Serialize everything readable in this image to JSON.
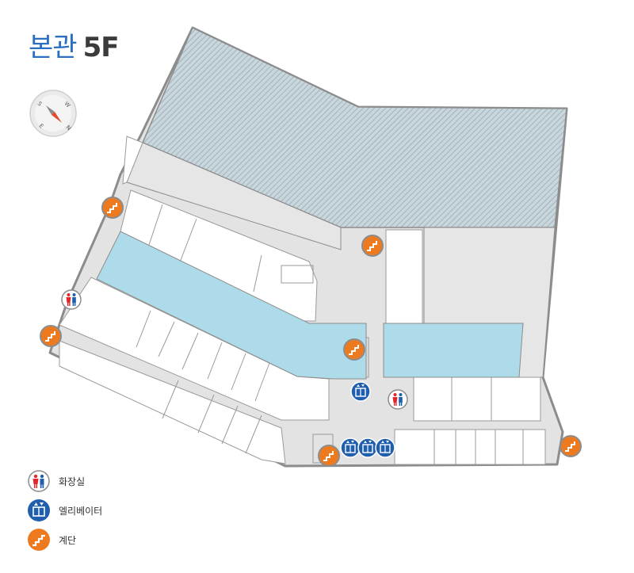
{
  "header": {
    "building": "본관",
    "floor": "5F"
  },
  "compass": {
    "letters": [
      "S",
      "W",
      "E",
      "N"
    ]
  },
  "legend": {
    "items": [
      {
        "icon": "restroom-icon",
        "label": "화장실"
      },
      {
        "icon": "elevator-icon",
        "label": "엘리베이터"
      },
      {
        "icon": "stairs-icon",
        "label": "계단"
      }
    ]
  },
  "colors": {
    "title_blue": "#2a6fc0",
    "title_dark": "#3b3b3b",
    "atrium_blue": "#aedbea",
    "void_hatch": "#a9bcc6",
    "wall_grey": "#8c8c8c",
    "floor_grey": "#e3e3e3",
    "stairs_orange": "#ee7a1f",
    "elevator_blue": "#1f5fae",
    "restroom_red": "#e2262a",
    "restroom_blue": "#1f5fae"
  }
}
